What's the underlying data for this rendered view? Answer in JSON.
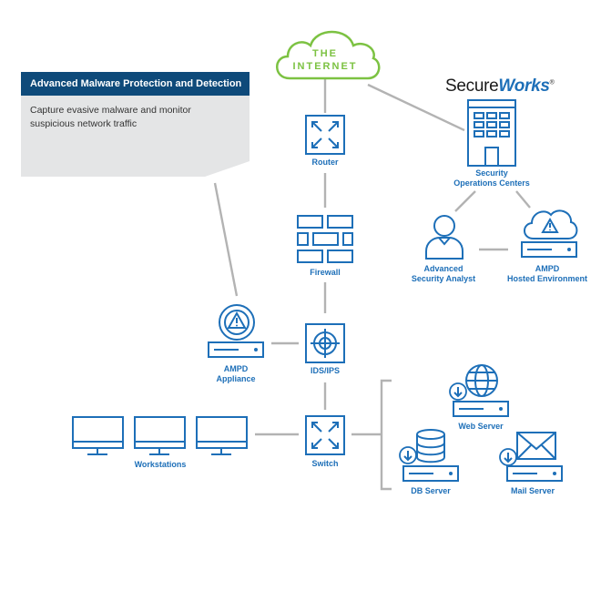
{
  "callout": {
    "title": "Advanced Malware Protection and Detection",
    "body": "Capture evasive malware and monitor suspicious network traffic"
  },
  "internet": {
    "line1": "THE",
    "line2": "INTERNET"
  },
  "logo": {
    "part1": "Secure",
    "part2": "Works",
    "mark": "®"
  },
  "labels": {
    "router": "Router",
    "firewall": "Firewall",
    "ids": "IDS/IPS",
    "switch": "Switch",
    "ampd_appliance_1": "AMPD",
    "ampd_appliance_2": "Appliance",
    "workstations": "Workstations",
    "soc_1": "Security",
    "soc_2": "Operations Centers",
    "analyst_1": "Advanced",
    "analyst_2": "Security Analyst",
    "hosted_1": "AMPD",
    "hosted_2": "Hosted Environment",
    "web_server": "Web Server",
    "db_server": "DB Server",
    "mail_server": "Mail Server"
  },
  "colors": {
    "primary": "#1d6fb8",
    "cloud": "#7cc242",
    "connector": "#b3b3b3",
    "callout_header": "#0e4a7a",
    "callout_body": "#e4e5e6"
  }
}
